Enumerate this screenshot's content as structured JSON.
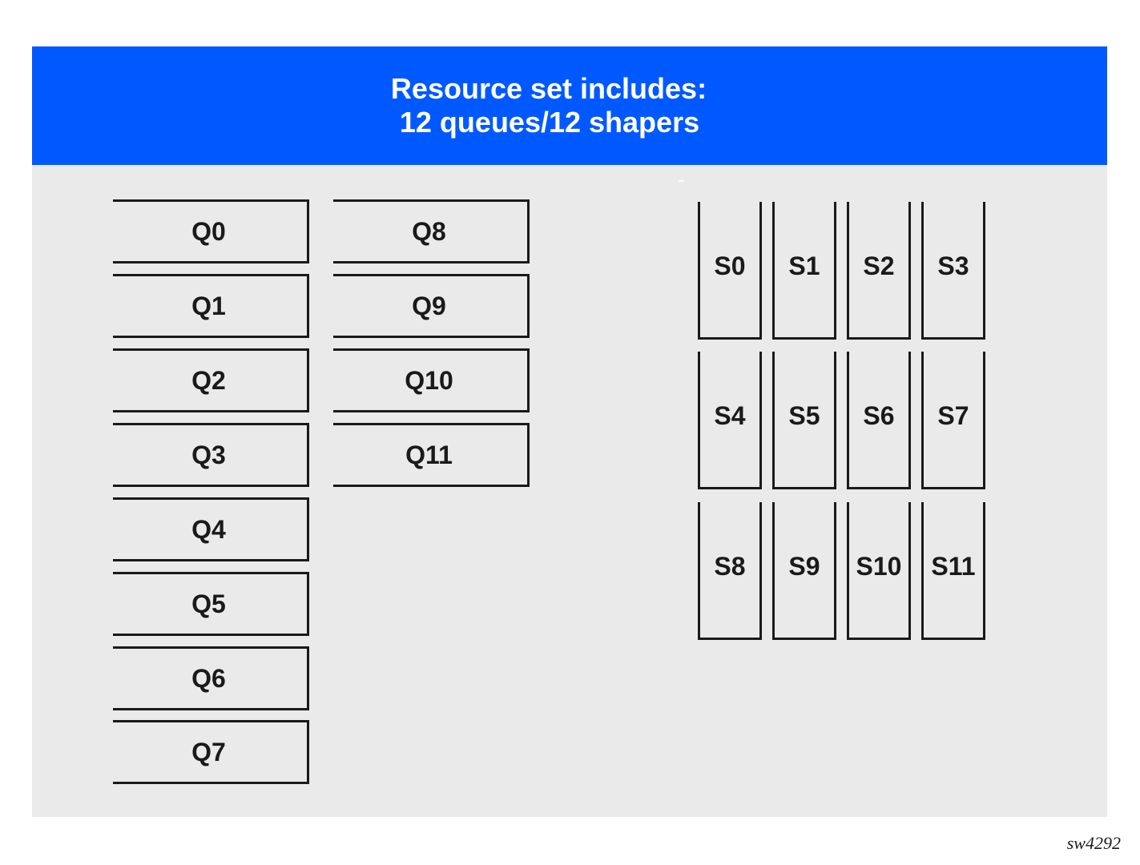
{
  "header": {
    "title": "Resource set includes:",
    "subtitle": "12 queues/12 shapers"
  },
  "queues": {
    "column1": [
      "Q0",
      "Q1",
      "Q2",
      "Q3",
      "Q4",
      "Q5",
      "Q6",
      "Q7"
    ],
    "column2": [
      "Q8",
      "Q9",
      "Q10",
      "Q11"
    ]
  },
  "shapers": {
    "rows": [
      [
        "S0",
        "S1",
        "S2",
        "S3"
      ],
      [
        "S4",
        "S5",
        "S6",
        "S7"
      ],
      [
        "S8",
        "S9",
        "S10",
        "S11"
      ]
    ]
  },
  "footer": {
    "figure_id": "sw4292"
  },
  "colors": {
    "header_bg": "#0059ff",
    "panel_bg": "#eaeaea",
    "stroke": "#1a1a1a"
  }
}
